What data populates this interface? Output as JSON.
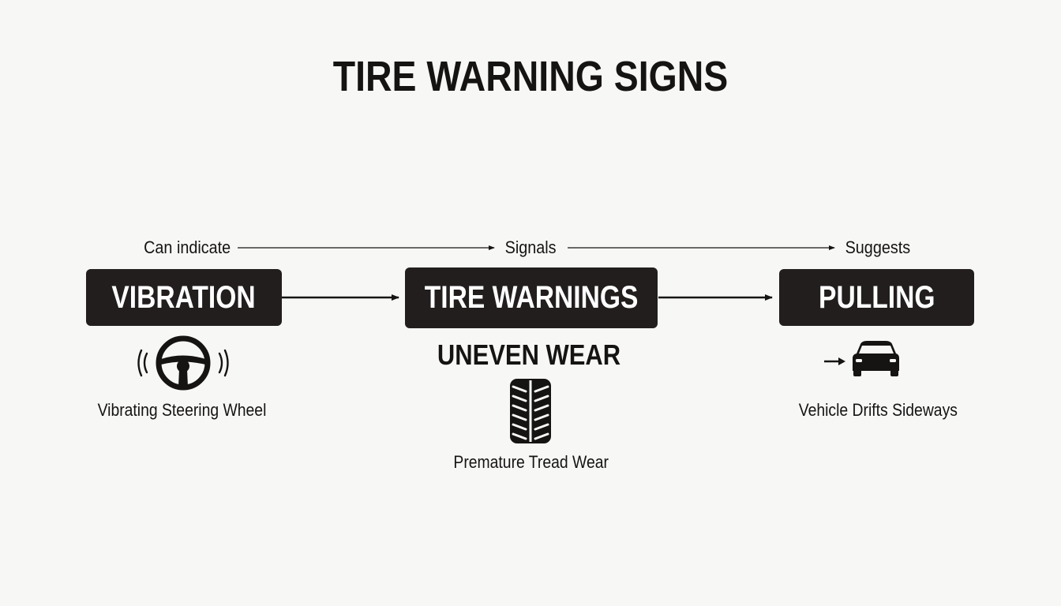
{
  "title": "TIRE WARNING SIGNS",
  "nodes": {
    "vibration": "VIBRATION",
    "tire_warnings": "TIRE WARNINGS",
    "pulling": "PULLING"
  },
  "edge_labels": {
    "can_indicate": "Can indicate",
    "signals": "Signals",
    "suggests": "Suggests"
  },
  "details": {
    "vibration_caption": "Vibrating Steering Wheel",
    "uneven_wear": "UNEVEN WEAR",
    "tread_caption": "Premature Tread Wear",
    "pulling_caption": "Vehicle Drifts Sideways"
  },
  "icons": {
    "vibration": "steering-wheel-icon",
    "tread": "tire-tread-icon",
    "pulling": "car-icon"
  }
}
